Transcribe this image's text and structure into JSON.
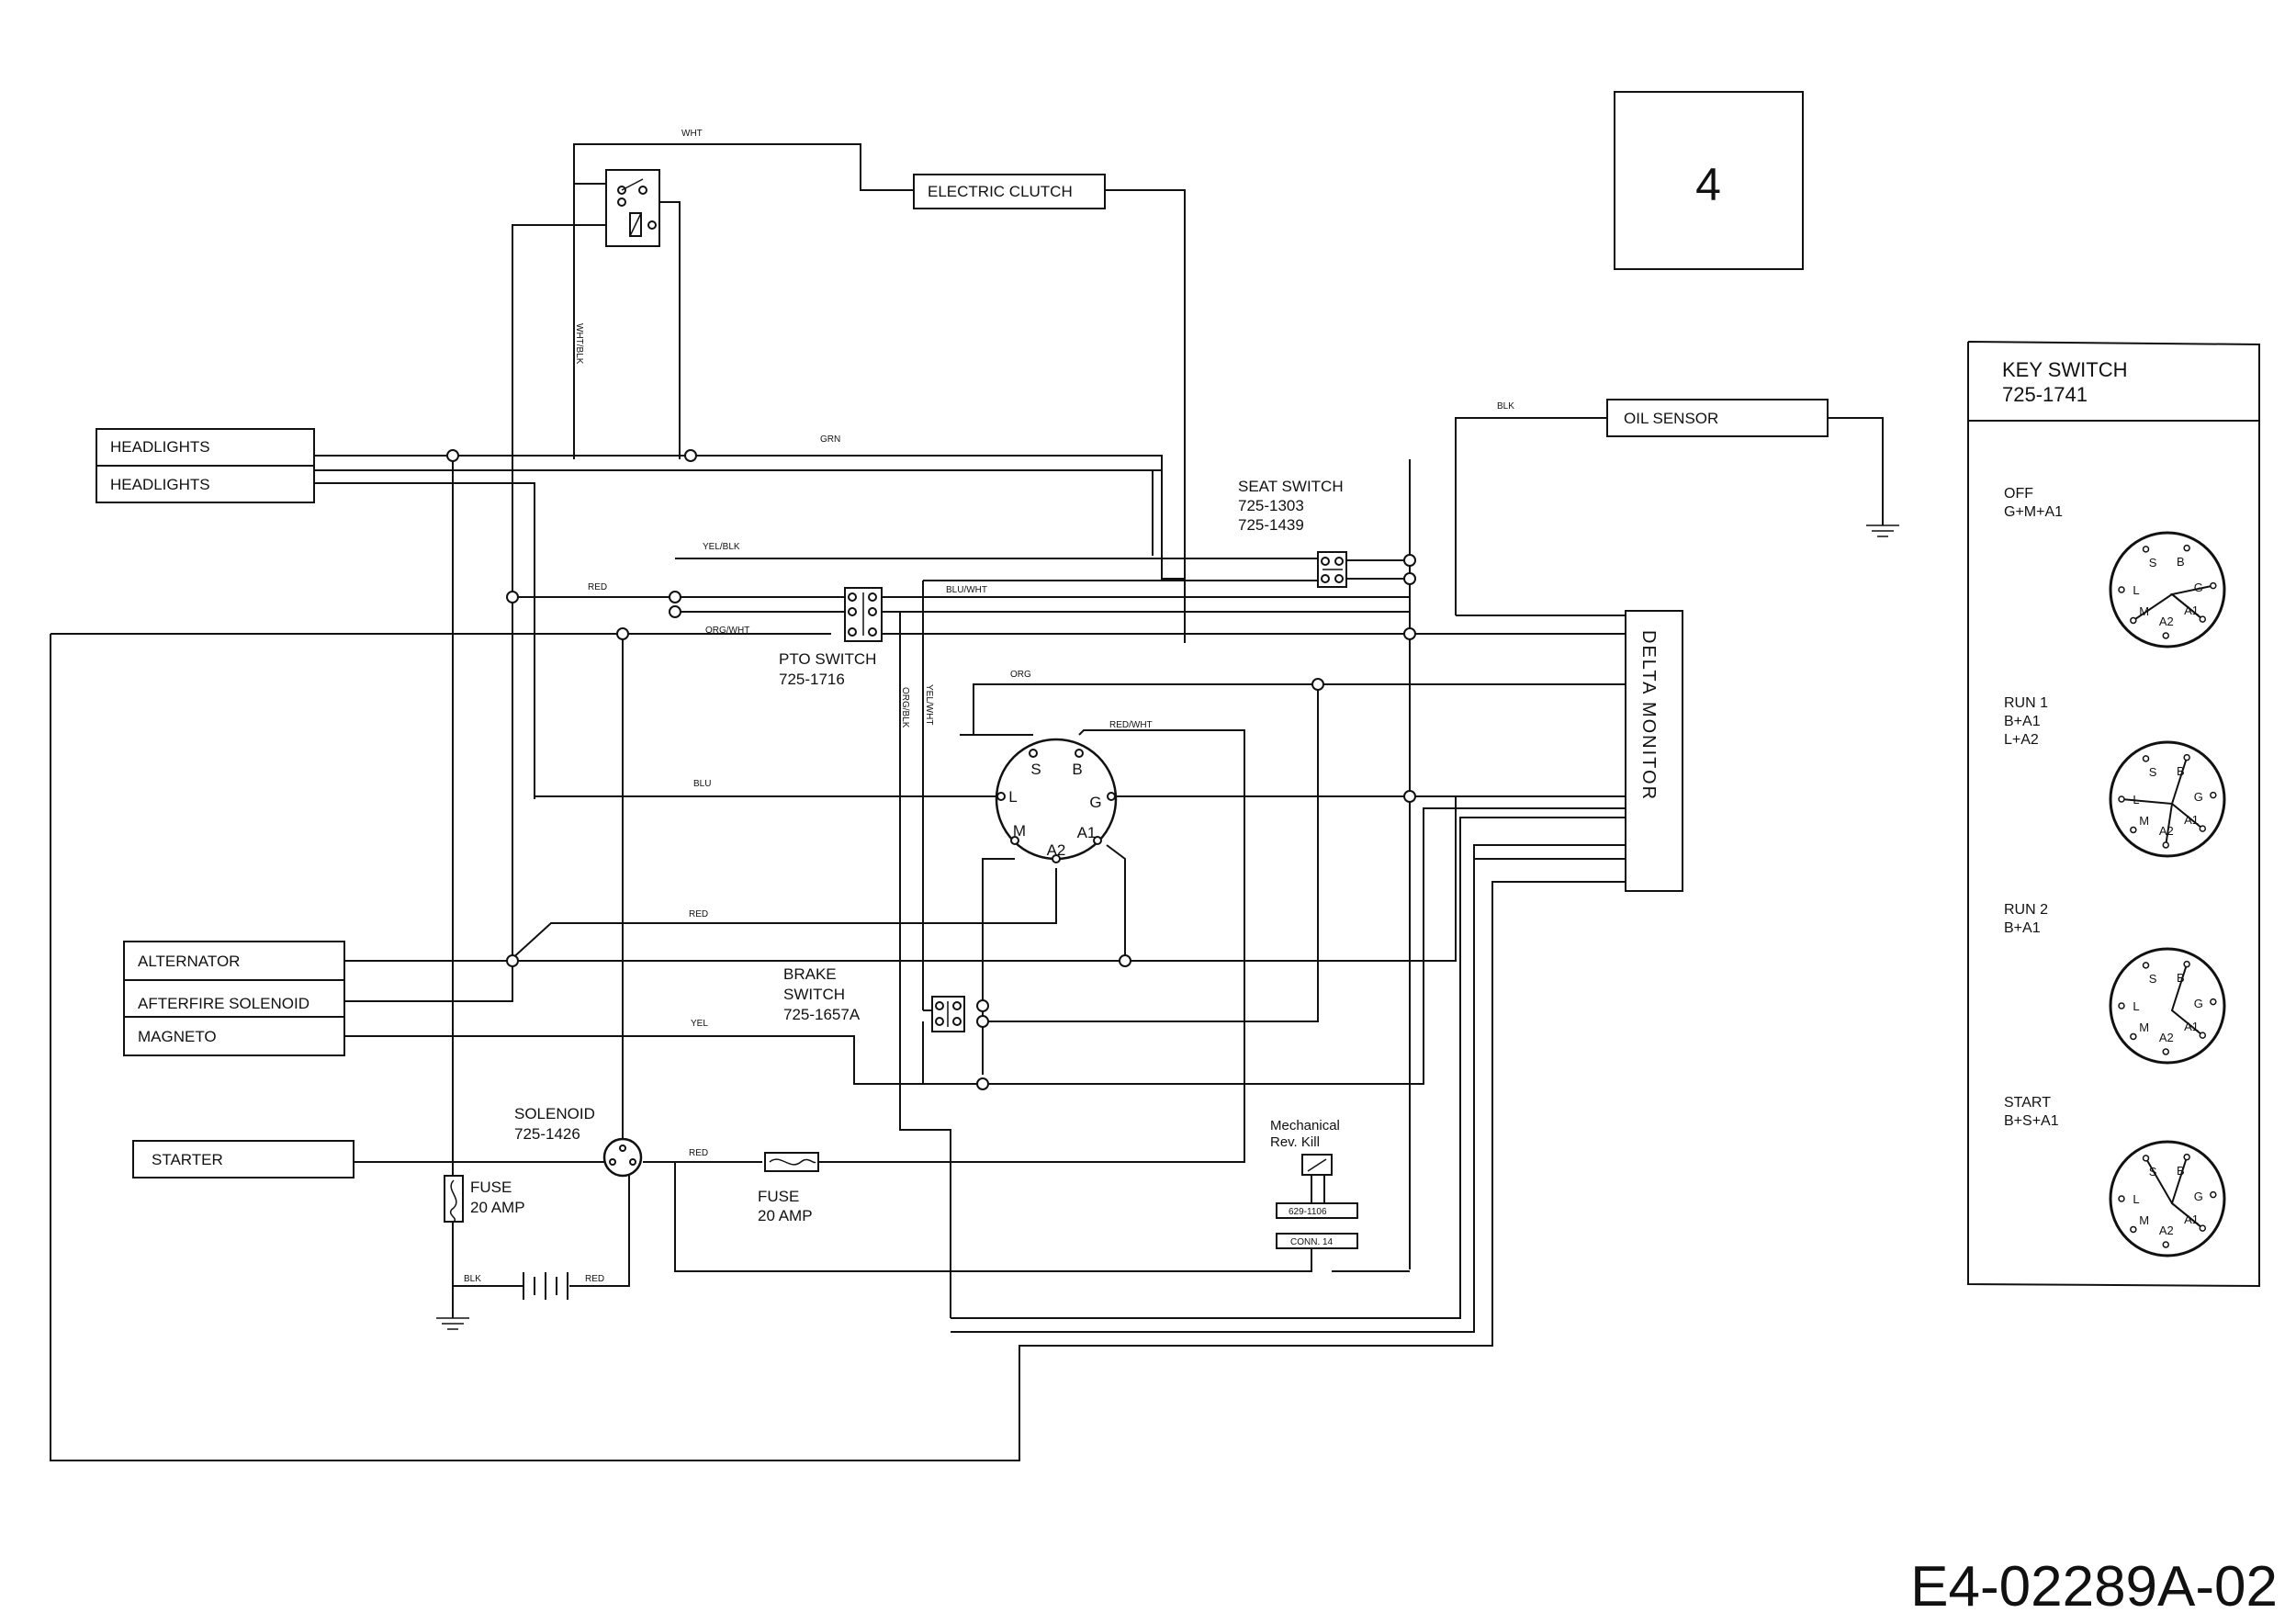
{
  "page_number": "4",
  "drawing_code": "E4-02289A-02",
  "components": {
    "headlights_1": "HEADLIGHTS",
    "headlights_2": "HEADLIGHTS",
    "electric_clutch": "ELECTRIC CLUTCH",
    "oil_sensor": "OIL SENSOR",
    "alternator": "ALTERNATOR",
    "afterfire_solenoid": "AFTERFIRE SOLENOID",
    "magneto": "MAGNETO",
    "starter": "STARTER",
    "delta_monitor": "DELTA MONITOR"
  },
  "switches": {
    "seat_title": "SEAT SWITCH",
    "seat_part_1": "725-1303",
    "seat_part_2": "725-1439",
    "pto_title": "PTO SWITCH",
    "pto_part": "725-1716",
    "brake_title": "BRAKE",
    "brake_title_2": "SWITCH",
    "brake_part": "725-1657A",
    "solenoid_title": "SOLENOID",
    "solenoid_part": "725-1426",
    "fuse_title_1": "FUSE",
    "fuse_rating_1": "20 AMP",
    "fuse_title_2": "FUSE",
    "fuse_rating_2": "20 AMP",
    "mech_title": "Mechanical",
    "mech_title_2": "Rev. Kill",
    "mech_part": "629-1106",
    "mech_conn": "CONN. 14"
  },
  "wire_colors": {
    "wht": "WHT",
    "wht_blk": "WHT/BLK",
    "grn": "GRN",
    "blk_oil": "BLK",
    "yel_blk": "YEL/BLK",
    "red_1": "RED",
    "blu_wht": "BLU/WHT",
    "org_wht": "ORG/WHT",
    "org": "ORG",
    "org_blk": "ORG/BLK",
    "yel_wht": "YEL/WHT",
    "red_wht": "RED/WHT",
    "blu": "BLU",
    "red_2": "RED",
    "yel": "YEL",
    "red_3": "RED",
    "blk_batt": "BLK",
    "red_batt": "RED"
  },
  "ignition_terminals": [
    "S",
    "B",
    "L",
    "G",
    "M",
    "A2",
    "A1"
  ],
  "key_switch": {
    "title": "KEY SWITCH",
    "part": "725-1741",
    "positions": [
      {
        "name": "OFF",
        "lines": [
          "G+M+A1"
        ],
        "terms": [
          "S",
          "B",
          "L",
          "G",
          "M",
          "A2",
          "A1"
        ]
      },
      {
        "name": "RUN 1",
        "lines": [
          "B+A1",
          "L+A2"
        ],
        "terms": [
          "S",
          "B",
          "L",
          "G",
          "M",
          "A2",
          "A1"
        ]
      },
      {
        "name": "RUN 2",
        "lines": [
          "B+A1"
        ],
        "terms": [
          "S",
          "B",
          "L",
          "G",
          "M",
          "A2",
          "A1"
        ]
      },
      {
        "name": "START",
        "lines": [
          "B+S+A1"
        ],
        "terms": [
          "S",
          "B",
          "L",
          "G",
          "M",
          "A2",
          "A1"
        ]
      }
    ]
  }
}
